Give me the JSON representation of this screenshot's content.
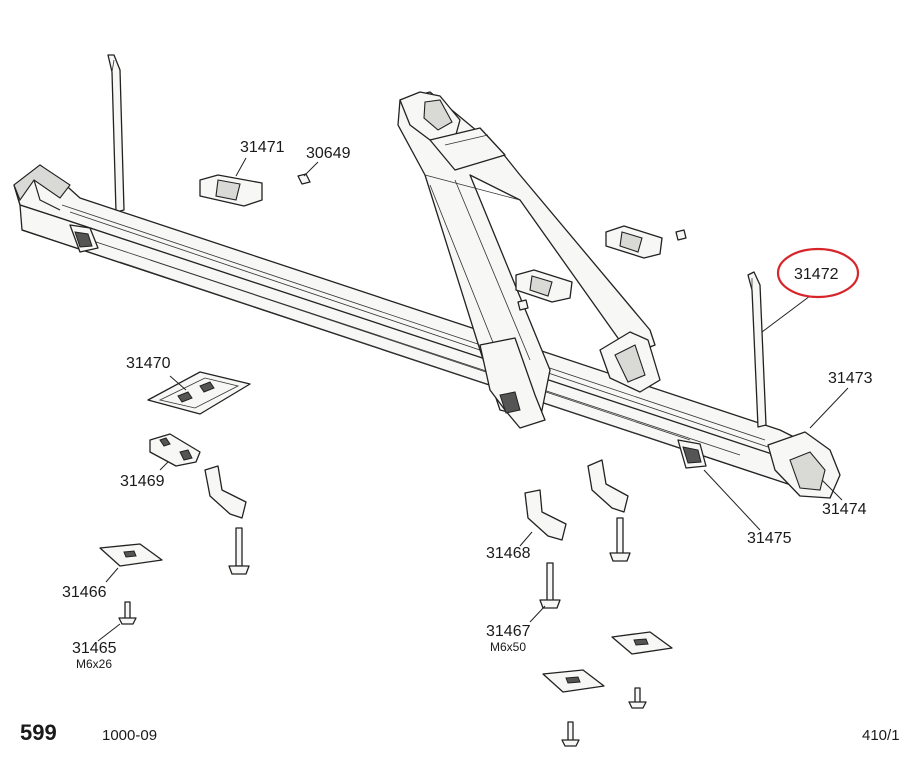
{
  "parts": {
    "p31471": "31471",
    "p30649": "30649",
    "p31472": "31472",
    "p31470": "31470",
    "p31473": "31473",
    "p31469": "31469",
    "p31474": "31474",
    "p31475": "31475",
    "p31468": "31468",
    "p31466": "31466",
    "p31467": "31467",
    "p31467_spec": "M6x50",
    "p31465": "31465",
    "p31465_spec": "M6x26"
  },
  "footer": {
    "page_number": "599",
    "date_code": "1000-09",
    "model": "410/1"
  },
  "highlight": {
    "part": "31472",
    "color": "#d7262b"
  }
}
